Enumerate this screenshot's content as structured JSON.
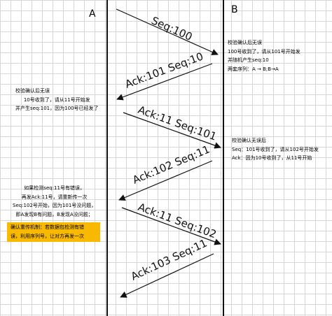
{
  "hosts": {
    "a": "A",
    "b": "B"
  },
  "arrows": [
    {
      "id": "arrow-1",
      "direction": "a-to-b",
      "label": "Seq:100"
    },
    {
      "id": "arrow-2",
      "direction": "b-to-a",
      "label": "Ack:101  Seq:10"
    },
    {
      "id": "arrow-3",
      "direction": "a-to-b",
      "label": "Ack:11    Seq:101"
    },
    {
      "id": "arrow-4",
      "direction": "b-to-a",
      "label": "Ack:102  Seq:11"
    },
    {
      "id": "arrow-5",
      "direction": "a-to-b",
      "label": "Ack:11   Seq:102"
    },
    {
      "id": "arrow-6",
      "direction": "b-to-a",
      "label": "Ack:103  Seq:11"
    }
  ],
  "notes": {
    "b_first": [
      "校验确认后无误",
      "100号收到了，请从101号开始发",
      "并随机产生seq:10",
      "两套序列：A → B;B→A"
    ],
    "a_first": [
      "校验确认后无误",
      "10号收到了，请从11号开始发",
      "并产生seq:101，因为100号已经发了"
    ],
    "b_second": [
      "校验确认无误后",
      "Seq：101号收到了，请从102号开始发",
      "Ack：因为10号收到了，从11号开始"
    ],
    "a_second": [
      "如果检测seq:11号有错误，",
      "再发Ack:11号，请重新传一次",
      "Seq:102号开始，因为101号没问题，",
      "即A发现B有问题，B发现A没问题；"
    ],
    "highlight": [
      "确认重传机制：若数据包检测有错",
      "误，利用序列号，让对方再发一次"
    ]
  },
  "colors": {
    "highlight": "#f8b900",
    "line": "#111111",
    "grid": "#d6d6d6"
  }
}
